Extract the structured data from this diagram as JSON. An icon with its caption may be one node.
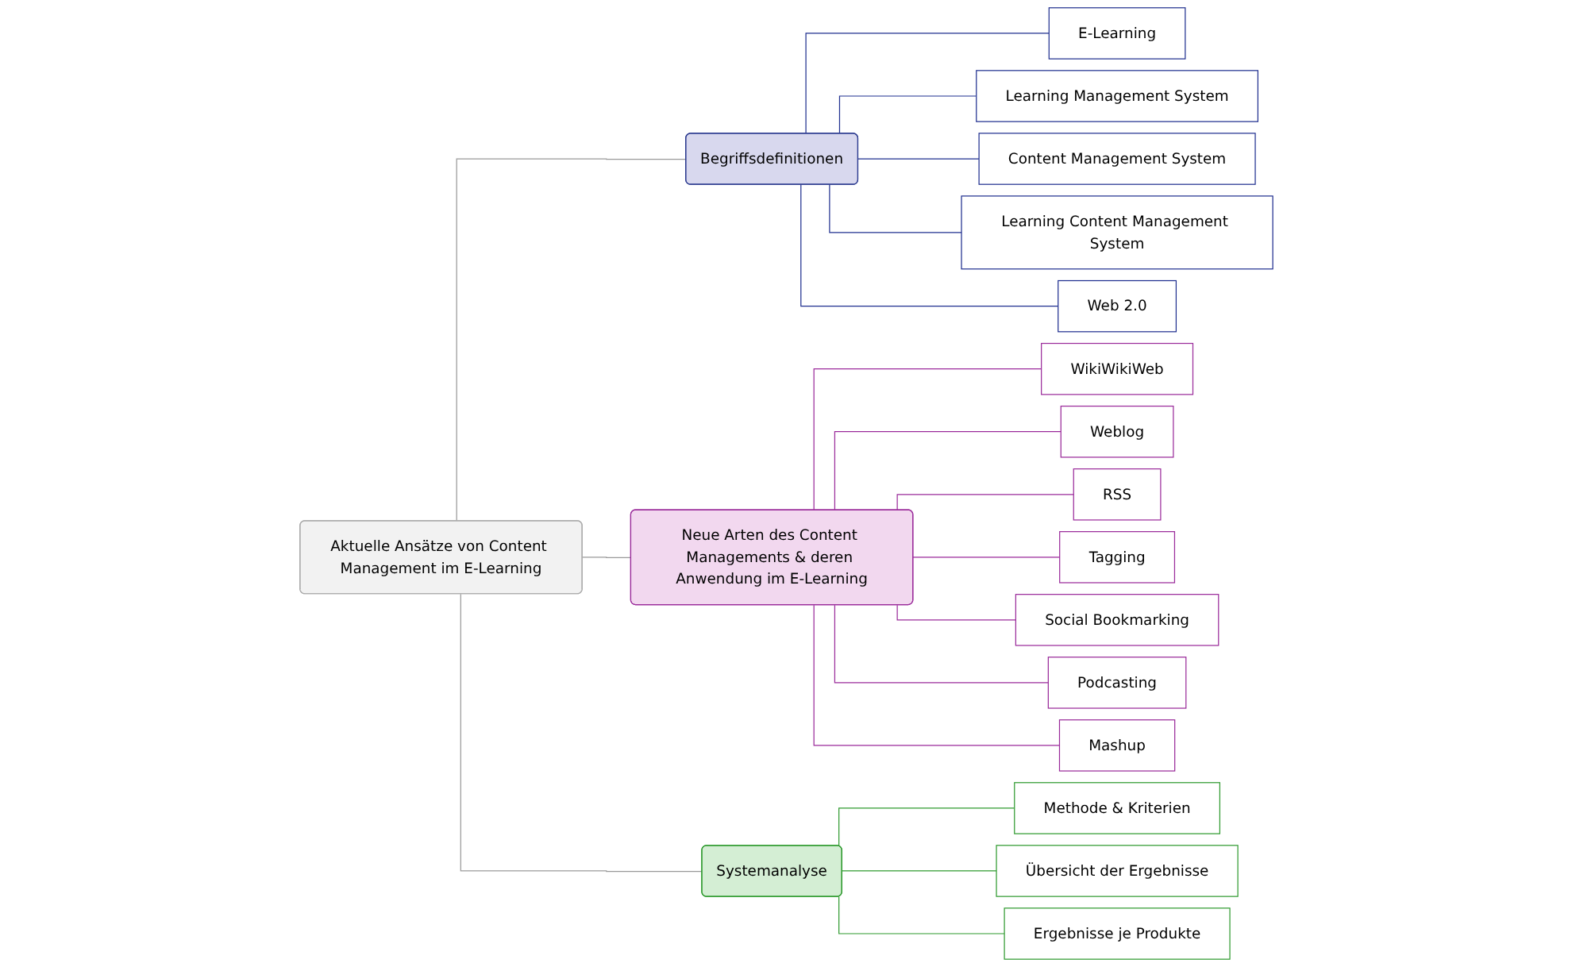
{
  "diagram": {
    "nodes": [
      {
        "text": [
          "Aktuelle Ansätze von Content Management im E-Learning"
        ]
      },
      {
        "text": [
          "Begriffsdefinitionen"
        ]
      },
      {
        "text": [
          "Neue Arten des Content Managements & deren Anwendung im E-Learning"
        ]
      },
      {
        "text": [
          "Systemanalyse"
        ]
      },
      {
        "text": [
          "E-Learning"
        ]
      },
      {
        "text": [
          "Learning Management System"
        ]
      },
      {
        "text": [
          "Content Management System"
        ]
      },
      {
        "text": [
          "Learning Content Management System"
        ]
      },
      {
        "text": [
          "Web 2.0"
        ]
      },
      {
        "text": [
          "WikiWikiWeb"
        ]
      },
      {
        "text": [
          "Weblog"
        ]
      },
      {
        "text": [
          "RSS"
        ]
      },
      {
        "text": [
          "Tagging"
        ]
      },
      {
        "text": [
          "Social Bookmarking"
        ]
      },
      {
        "text": [
          "Podcasting"
        ]
      },
      {
        "text": [
          "Mashup"
        ]
      },
      {
        "text": [
          "Methode & Kriterien"
        ]
      },
      {
        "text": [
          "Übersicht der Ergebnisse"
        ]
      },
      {
        "text": [
          "Ergebnisse je Produkte"
        ]
      }
    ],
    "edges": [
      {
        "from": 0,
        "to": 1,
        "arrow": "none",
        "color": "#999999"
      },
      {
        "from": 0,
        "to": 2,
        "arrow": "none",
        "color": "#999999"
      },
      {
        "from": 0,
        "to": 3,
        "arrow": "none",
        "color": "#999999"
      },
      {
        "from": 1,
        "to": 4,
        "arrow": "none",
        "color": "#1f2f8f"
      },
      {
        "from": 1,
        "to": 5,
        "arrow": "none",
        "color": "#1f2f8f"
      },
      {
        "from": 1,
        "to": 6,
        "arrow": "none",
        "color": "#1f2f8f"
      },
      {
        "from": 1,
        "to": 7,
        "arrow": "none",
        "color": "#1f2f8f"
      },
      {
        "from": 1,
        "to": 8,
        "arrow": "none",
        "color": "#1f2f8f"
      },
      {
        "from": 2,
        "to": 9,
        "arrow": "none",
        "color": "#9a2a9a"
      },
      {
        "from": 2,
        "to": 10,
        "arrow": "none",
        "color": "#9a2a9a"
      },
      {
        "from": 2,
        "to": 11,
        "arrow": "none",
        "color": "#9a2a9a"
      },
      {
        "from": 2,
        "to": 12,
        "arrow": "none",
        "color": "#9a2a9a"
      },
      {
        "from": 2,
        "to": 13,
        "arrow": "none",
        "color": "#9a2a9a"
      },
      {
        "from": 2,
        "to": 14,
        "arrow": "none",
        "color": "#9a2a9a"
      },
      {
        "from": 2,
        "to": 15,
        "arrow": "none",
        "color": "#9a2a9a"
      },
      {
        "from": 3,
        "to": 16,
        "arrow": "none",
        "color": "#2f9a2f"
      },
      {
        "from": 3,
        "to": 17,
        "arrow": "none",
        "color": "#2f9a2f"
      },
      {
        "from": 3,
        "to": 18,
        "arrow": "none",
        "color": "#2f9a2f"
      }
    ]
  }
}
